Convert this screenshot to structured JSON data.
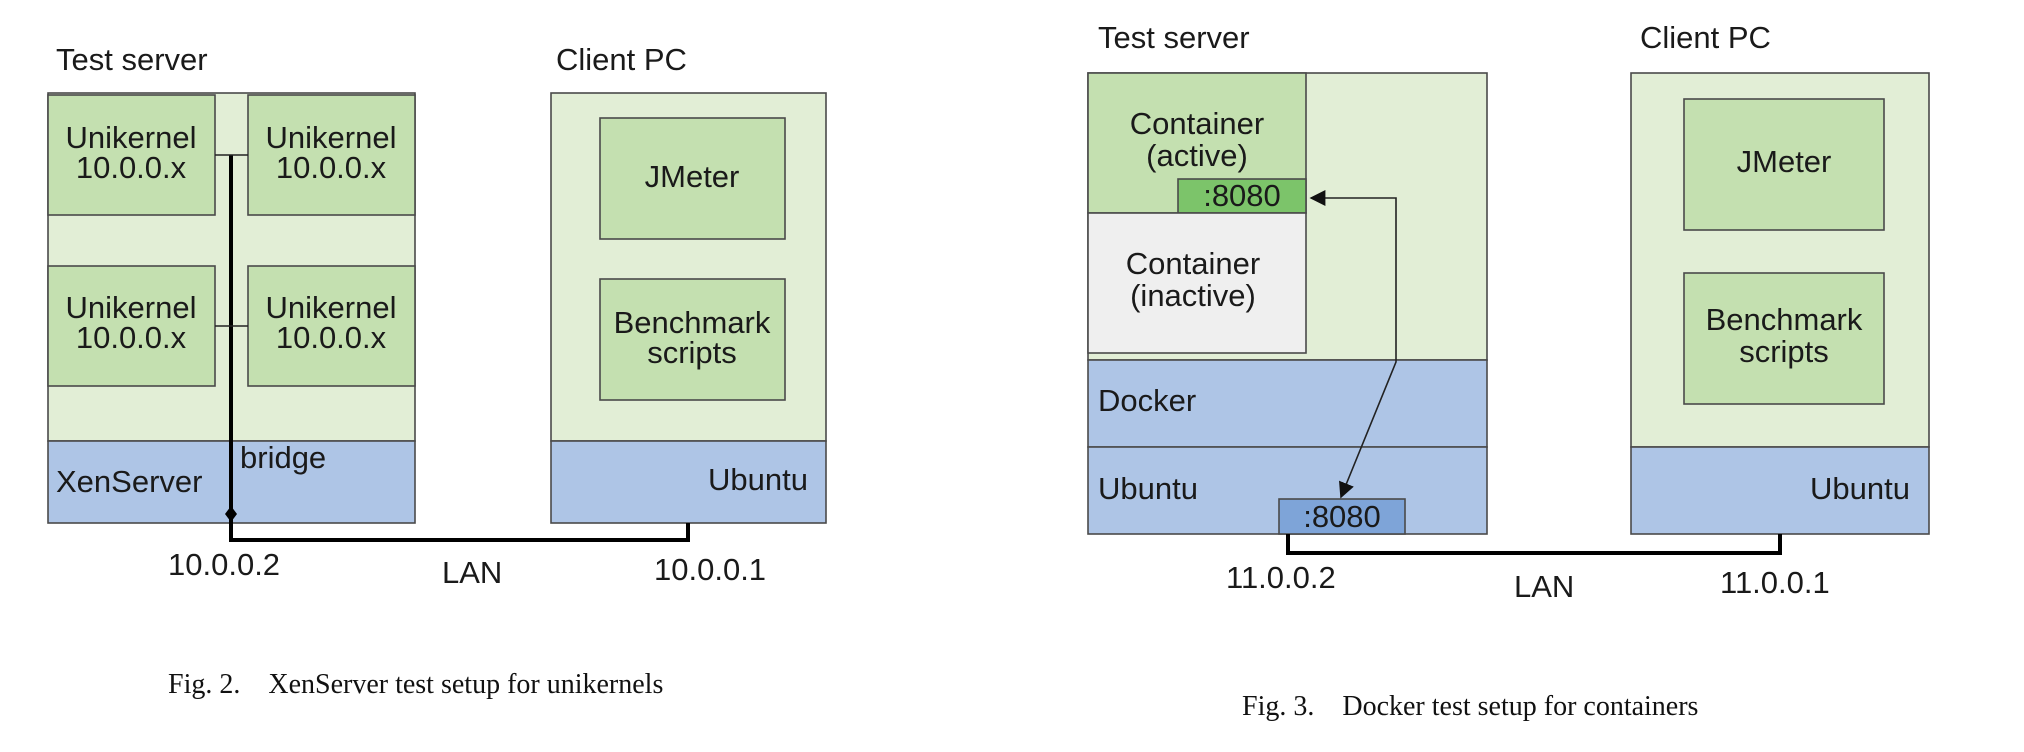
{
  "colors": {
    "green_light": "#e2eed6",
    "green_mid": "#c4e0b0",
    "green_port": "#7cc46a",
    "blue": "#aec5e6",
    "blue_port": "#7ea4d8",
    "grey": "#efefef"
  },
  "fig2": {
    "server_title": "Test server",
    "client_title": "Client PC",
    "unikernels": [
      {
        "line1": "Unikernel",
        "line2": "10.0.0.x"
      },
      {
        "line1": "Unikernel",
        "line2": "10.0.0.x"
      },
      {
        "line1": "Unikernel",
        "line2": "10.0.0.x"
      },
      {
        "line1": "Unikernel",
        "line2": "10.0.0.x"
      }
    ],
    "hypervisor": "XenServer",
    "bridge": "bridge",
    "client_os": "Ubuntu",
    "jmeter": "JMeter",
    "scripts": {
      "line1": "Benchmark",
      "line2": "scripts"
    },
    "server_ip": "10.0.0.2",
    "client_ip": "10.0.0.1",
    "lan": "LAN",
    "caption": "Fig. 2. XenServer test setup for unikernels"
  },
  "fig3": {
    "server_title": "Test server",
    "client_title": "Client PC",
    "container_active": {
      "line1": "Container",
      "line2": "(active)"
    },
    "container_inactive": {
      "line1": "Container",
      "line2": "(inactive)"
    },
    "container_port": ":8080",
    "docker": "Docker",
    "server_os": "Ubuntu",
    "host_port": ":8080",
    "client_os": "Ubuntu",
    "jmeter": "JMeter",
    "scripts": {
      "line1": "Benchmark",
      "line2": "scripts"
    },
    "server_ip": "11.0.0.2",
    "client_ip": "11.0.0.1",
    "lan": "LAN",
    "caption": "Fig. 3. Docker test setup for containers"
  }
}
